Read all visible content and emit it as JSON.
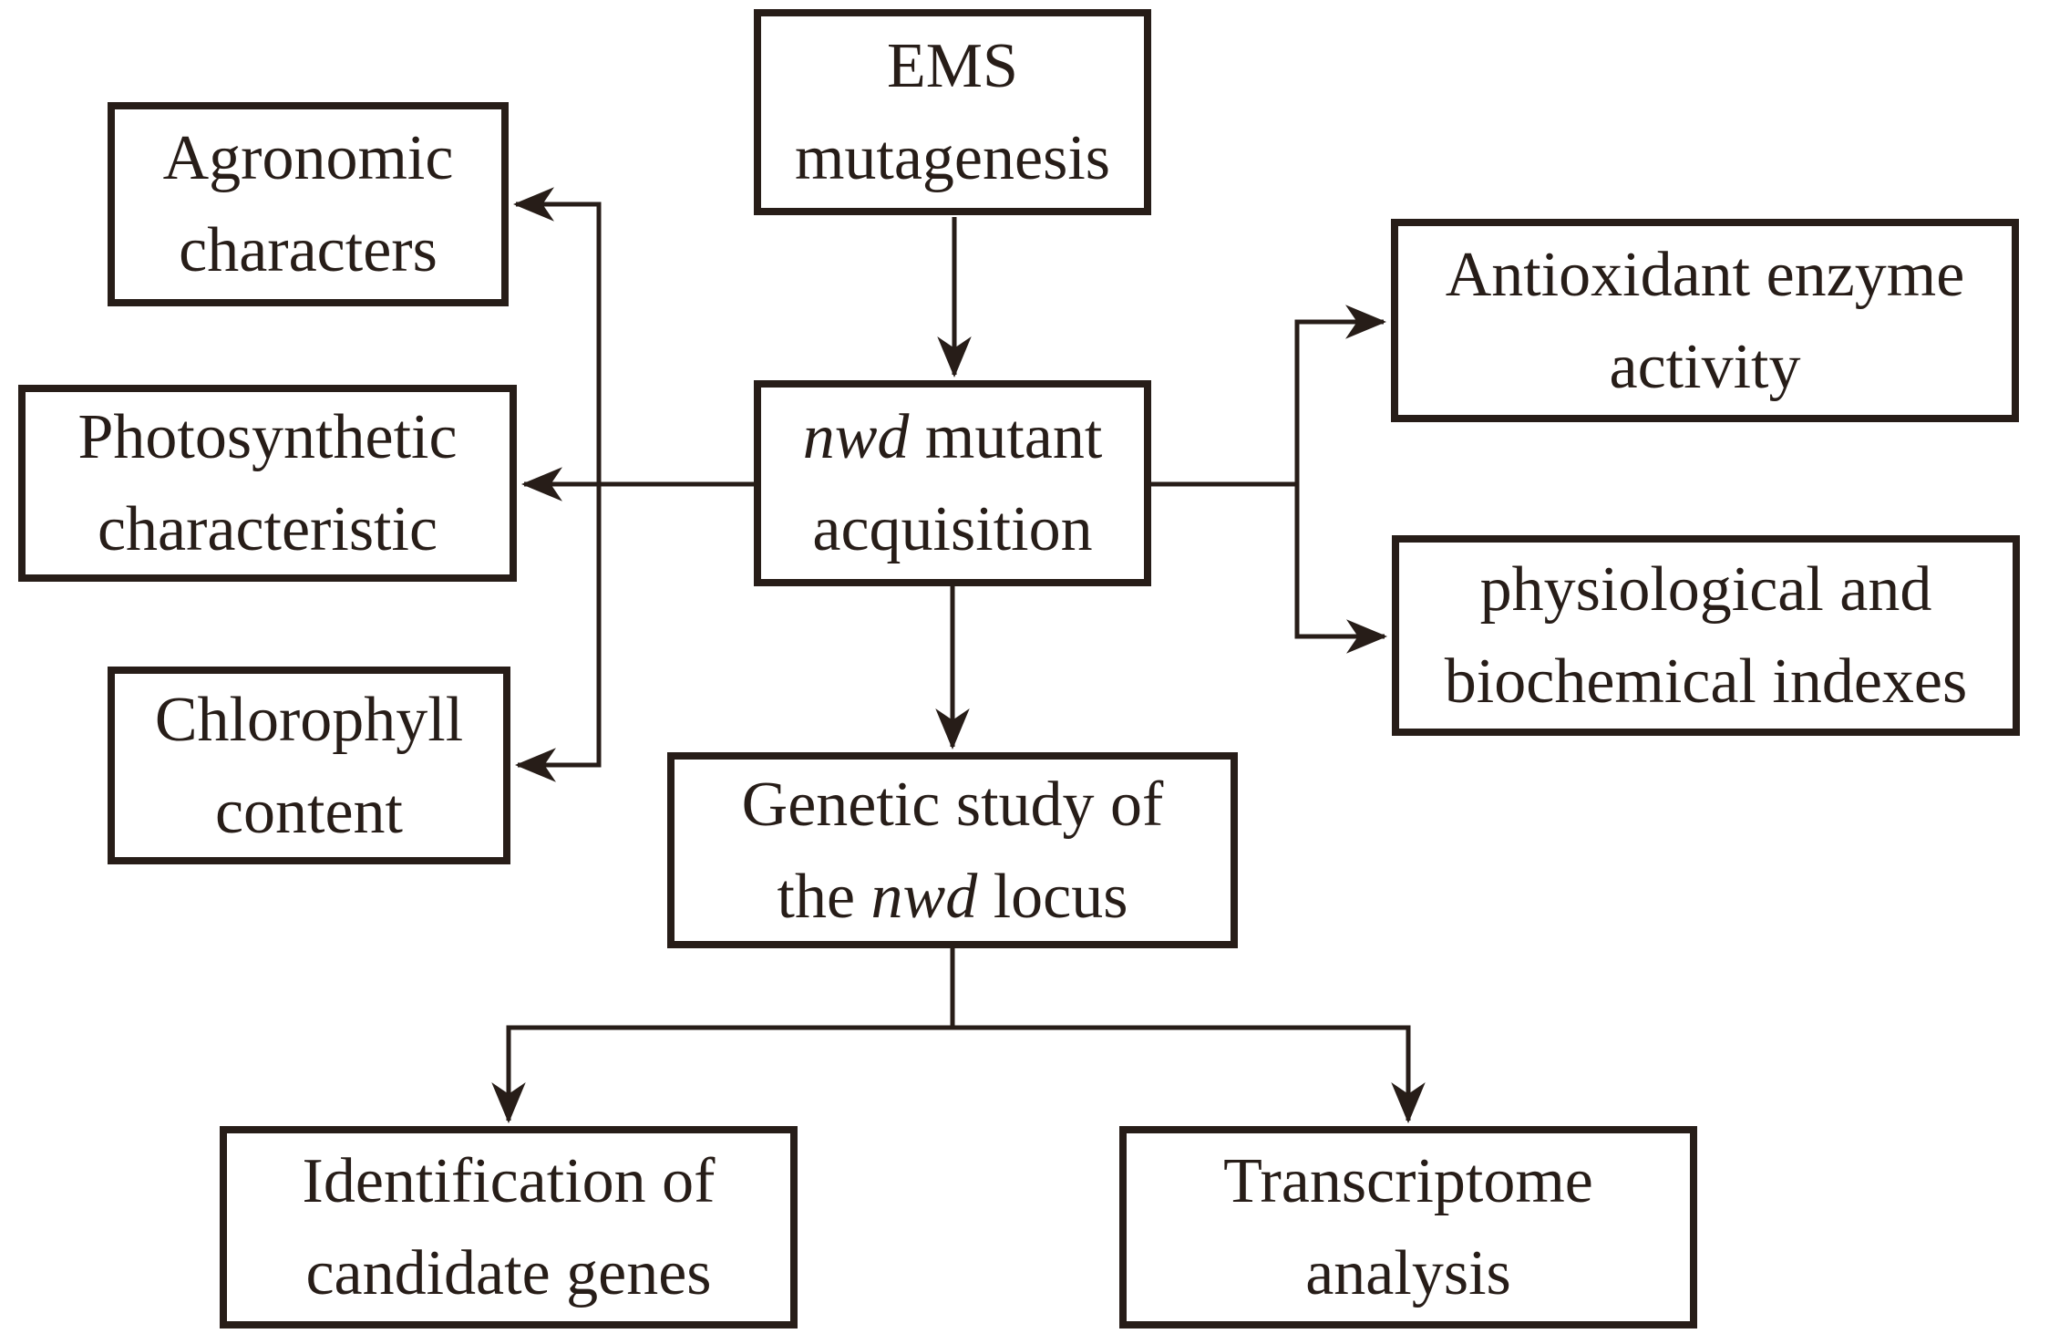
{
  "diagram": {
    "colors": {
      "ink": "#271d18",
      "background": "#ffffff"
    },
    "nodes": {
      "ems": {
        "line1": "EMS",
        "line2": "mutagenesis"
      },
      "agronomic": {
        "line1": "Agronomic",
        "line2": "characters"
      },
      "nwd_mutant": {
        "line1_italic": "nwd",
        "line1_rest": " mutant",
        "line2": "acquisition"
      },
      "photosynthetic": {
        "line1": "Photosynthetic",
        "line2": "characteristic"
      },
      "chlorophyll": {
        "line1": "Chlorophyll",
        "line2": "content"
      },
      "antioxidant": {
        "line1": "Antioxidant enzyme",
        "line2": "activity"
      },
      "physiological": {
        "line1": "physiological and",
        "line2": "biochemical indexes"
      },
      "genetic_study": {
        "line1": "Genetic study of",
        "line2_pre": "the ",
        "line2_italic": "nwd",
        "line2_post": " locus"
      },
      "identification": {
        "line1": "Identification of",
        "line2": "candidate genes"
      },
      "transcriptome": {
        "line1": "Transcriptome",
        "line2": "analysis"
      }
    },
    "edges": [
      {
        "from": "ems",
        "to": "nwd_mutant"
      },
      {
        "from": "nwd_mutant",
        "to": "agronomic"
      },
      {
        "from": "nwd_mutant",
        "to": "photosynthetic"
      },
      {
        "from": "nwd_mutant",
        "to": "chlorophyll"
      },
      {
        "from": "nwd_mutant",
        "to": "antioxidant"
      },
      {
        "from": "nwd_mutant",
        "to": "physiological"
      },
      {
        "from": "nwd_mutant",
        "to": "genetic_study"
      },
      {
        "from": "genetic_study",
        "to": "identification"
      },
      {
        "from": "genetic_study",
        "to": "transcriptome"
      }
    ]
  }
}
